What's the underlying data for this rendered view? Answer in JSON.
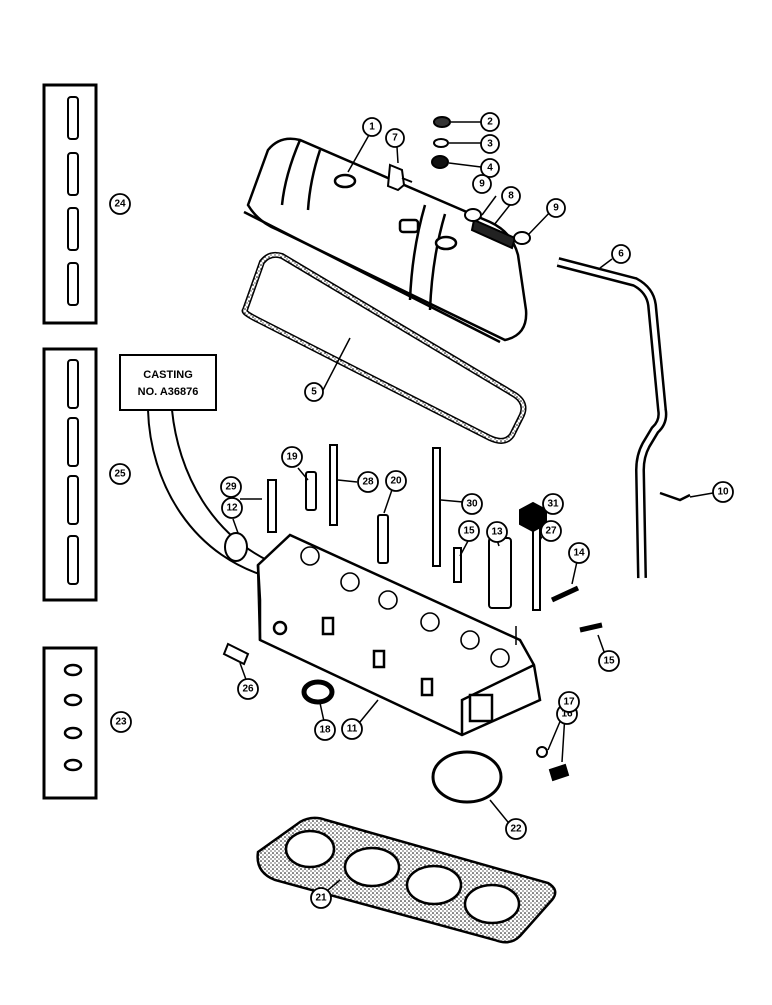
{
  "diagram": {
    "casting_note": {
      "line1": "CASTING",
      "line2": "NO. A36876"
    },
    "callouts": {
      "c1": "1",
      "c2": "2",
      "c3": "3",
      "c4": "4",
      "c5": "5",
      "c6": "6",
      "c7": "7",
      "c8": "8",
      "c9a": "9",
      "c9b": "9",
      "c10": "10",
      "c11": "11",
      "c12": "12",
      "c13": "13",
      "c14": "14",
      "c15a": "15",
      "c15b": "15",
      "c16": "16",
      "c17": "17",
      "c18": "18",
      "c19": "19",
      "c20": "20",
      "c21": "21",
      "c22": "22",
      "c23": "23",
      "c24": "24",
      "c25": "25",
      "c26": "26",
      "c27": "27",
      "c28": "28",
      "c29": "29",
      "c30": "30",
      "c31": "31"
    }
  }
}
